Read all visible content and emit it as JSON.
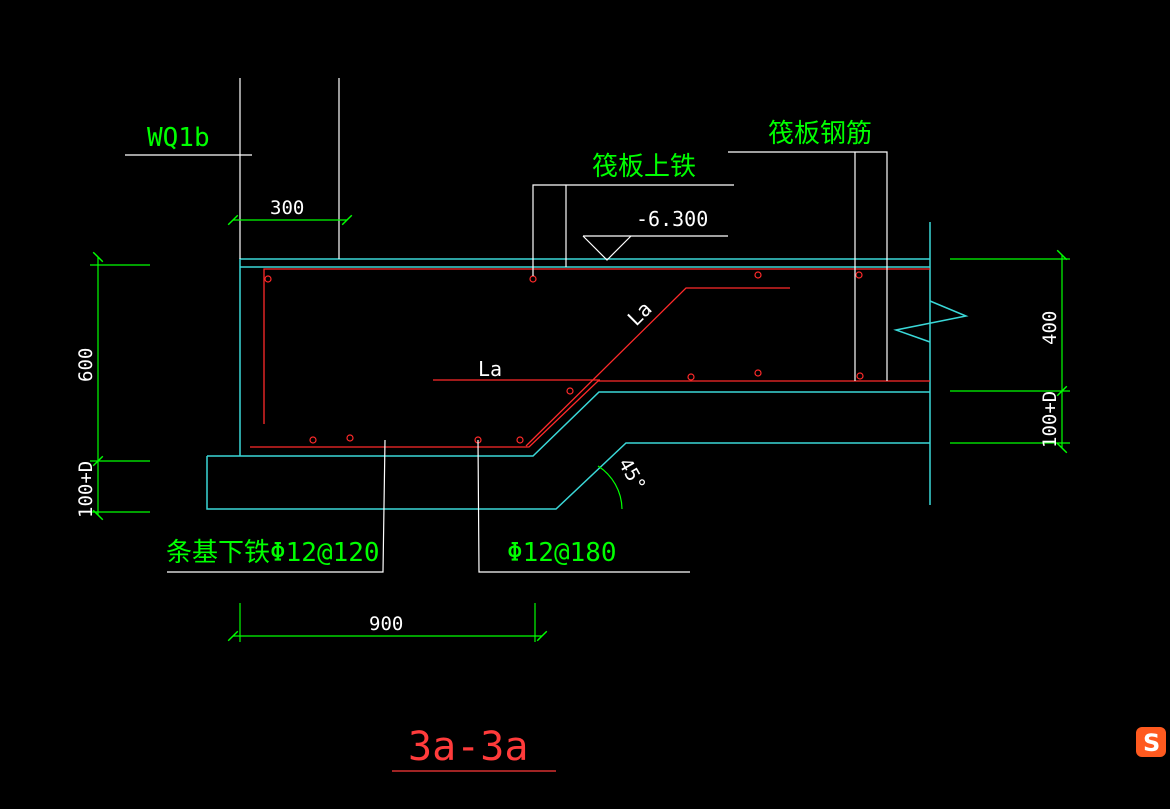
{
  "drawing": {
    "title": "3a-3a",
    "wall_label": "WQ1b",
    "raft_steel_label": "筏板钢筋",
    "raft_top_steel_label": "筏板上铁",
    "elevation_label": "-6.300",
    "strip_bottom_steel_label": "条基下铁Φ12@120",
    "stirrup_label": "Φ12@180",
    "anchor_label_1": "La",
    "anchor_label_2": "La",
    "angle_label": "45°"
  },
  "dimensions": {
    "wall_width": "300",
    "beam_height": "600",
    "left_base": "100+D",
    "raft_thickness": "400",
    "right_base": "100+D",
    "footing_width": "900"
  },
  "colors": {
    "background": "#000000",
    "concrete_outline": "#3ad8d8",
    "rebar": "#ff2a2a",
    "leader": "#ffffff",
    "dimension_line": "#00ff00",
    "label_text": "#00ff00",
    "title_text": "#ff3b3b"
  },
  "icons": {
    "logo": "sogou-s-logo"
  }
}
